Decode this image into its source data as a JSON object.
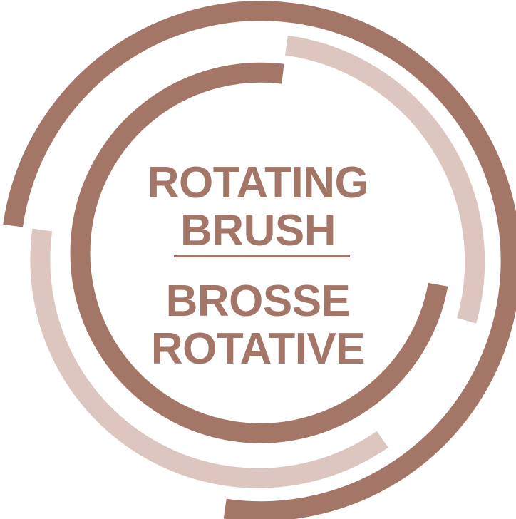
{
  "badge": {
    "english_line_1": "ROTATING",
    "english_line_2": "BRUSH",
    "french_line_1": "BROSSE",
    "french_line_2": "ROTATIVE"
  },
  "colors": {
    "primary": "#a47667",
    "secondary": "#dcc6bf",
    "background": "#ffffff"
  },
  "icon": "rotating-rings-icon"
}
